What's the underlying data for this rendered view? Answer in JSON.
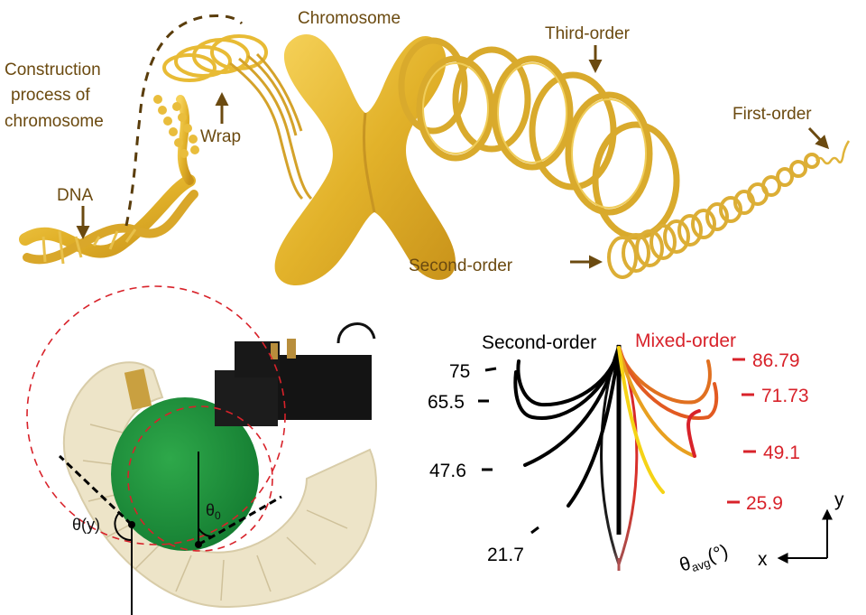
{
  "top_panel": {
    "construction_label_1": "Construction",
    "construction_label_2": "process of",
    "construction_label_3": "chromosome",
    "dna_label": "DNA",
    "wrap_label": "Wrap",
    "chromosome_label": "Chromosome",
    "third_order_label": "Third-order",
    "first_order_label": "First-order",
    "second_order_label": "Second-order"
  },
  "bottom_left": {
    "theta_y_label": "θ(y)",
    "theta0_label": "θ",
    "theta0_sub": "0"
  },
  "bottom_right": {
    "second_order_title": "Second-order",
    "mixed_order_title": "Mixed-order",
    "axis_label": "θ",
    "axis_sub": "avg",
    "axis_unit": "(°)",
    "x_axis": "x",
    "y_axis": "y",
    "colors": {
      "second": "#000000",
      "mixed": "#d8222a",
      "yellow": "#f5d316"
    }
  },
  "chart_data": {
    "type": "diagram",
    "series": [
      {
        "name": "Second-order",
        "values": [
          75,
          65.5,
          47.6,
          21.7
        ]
      },
      {
        "name": "Mixed-order",
        "values": [
          86.79,
          71.73,
          49.1,
          25.9
        ]
      }
    ]
  }
}
